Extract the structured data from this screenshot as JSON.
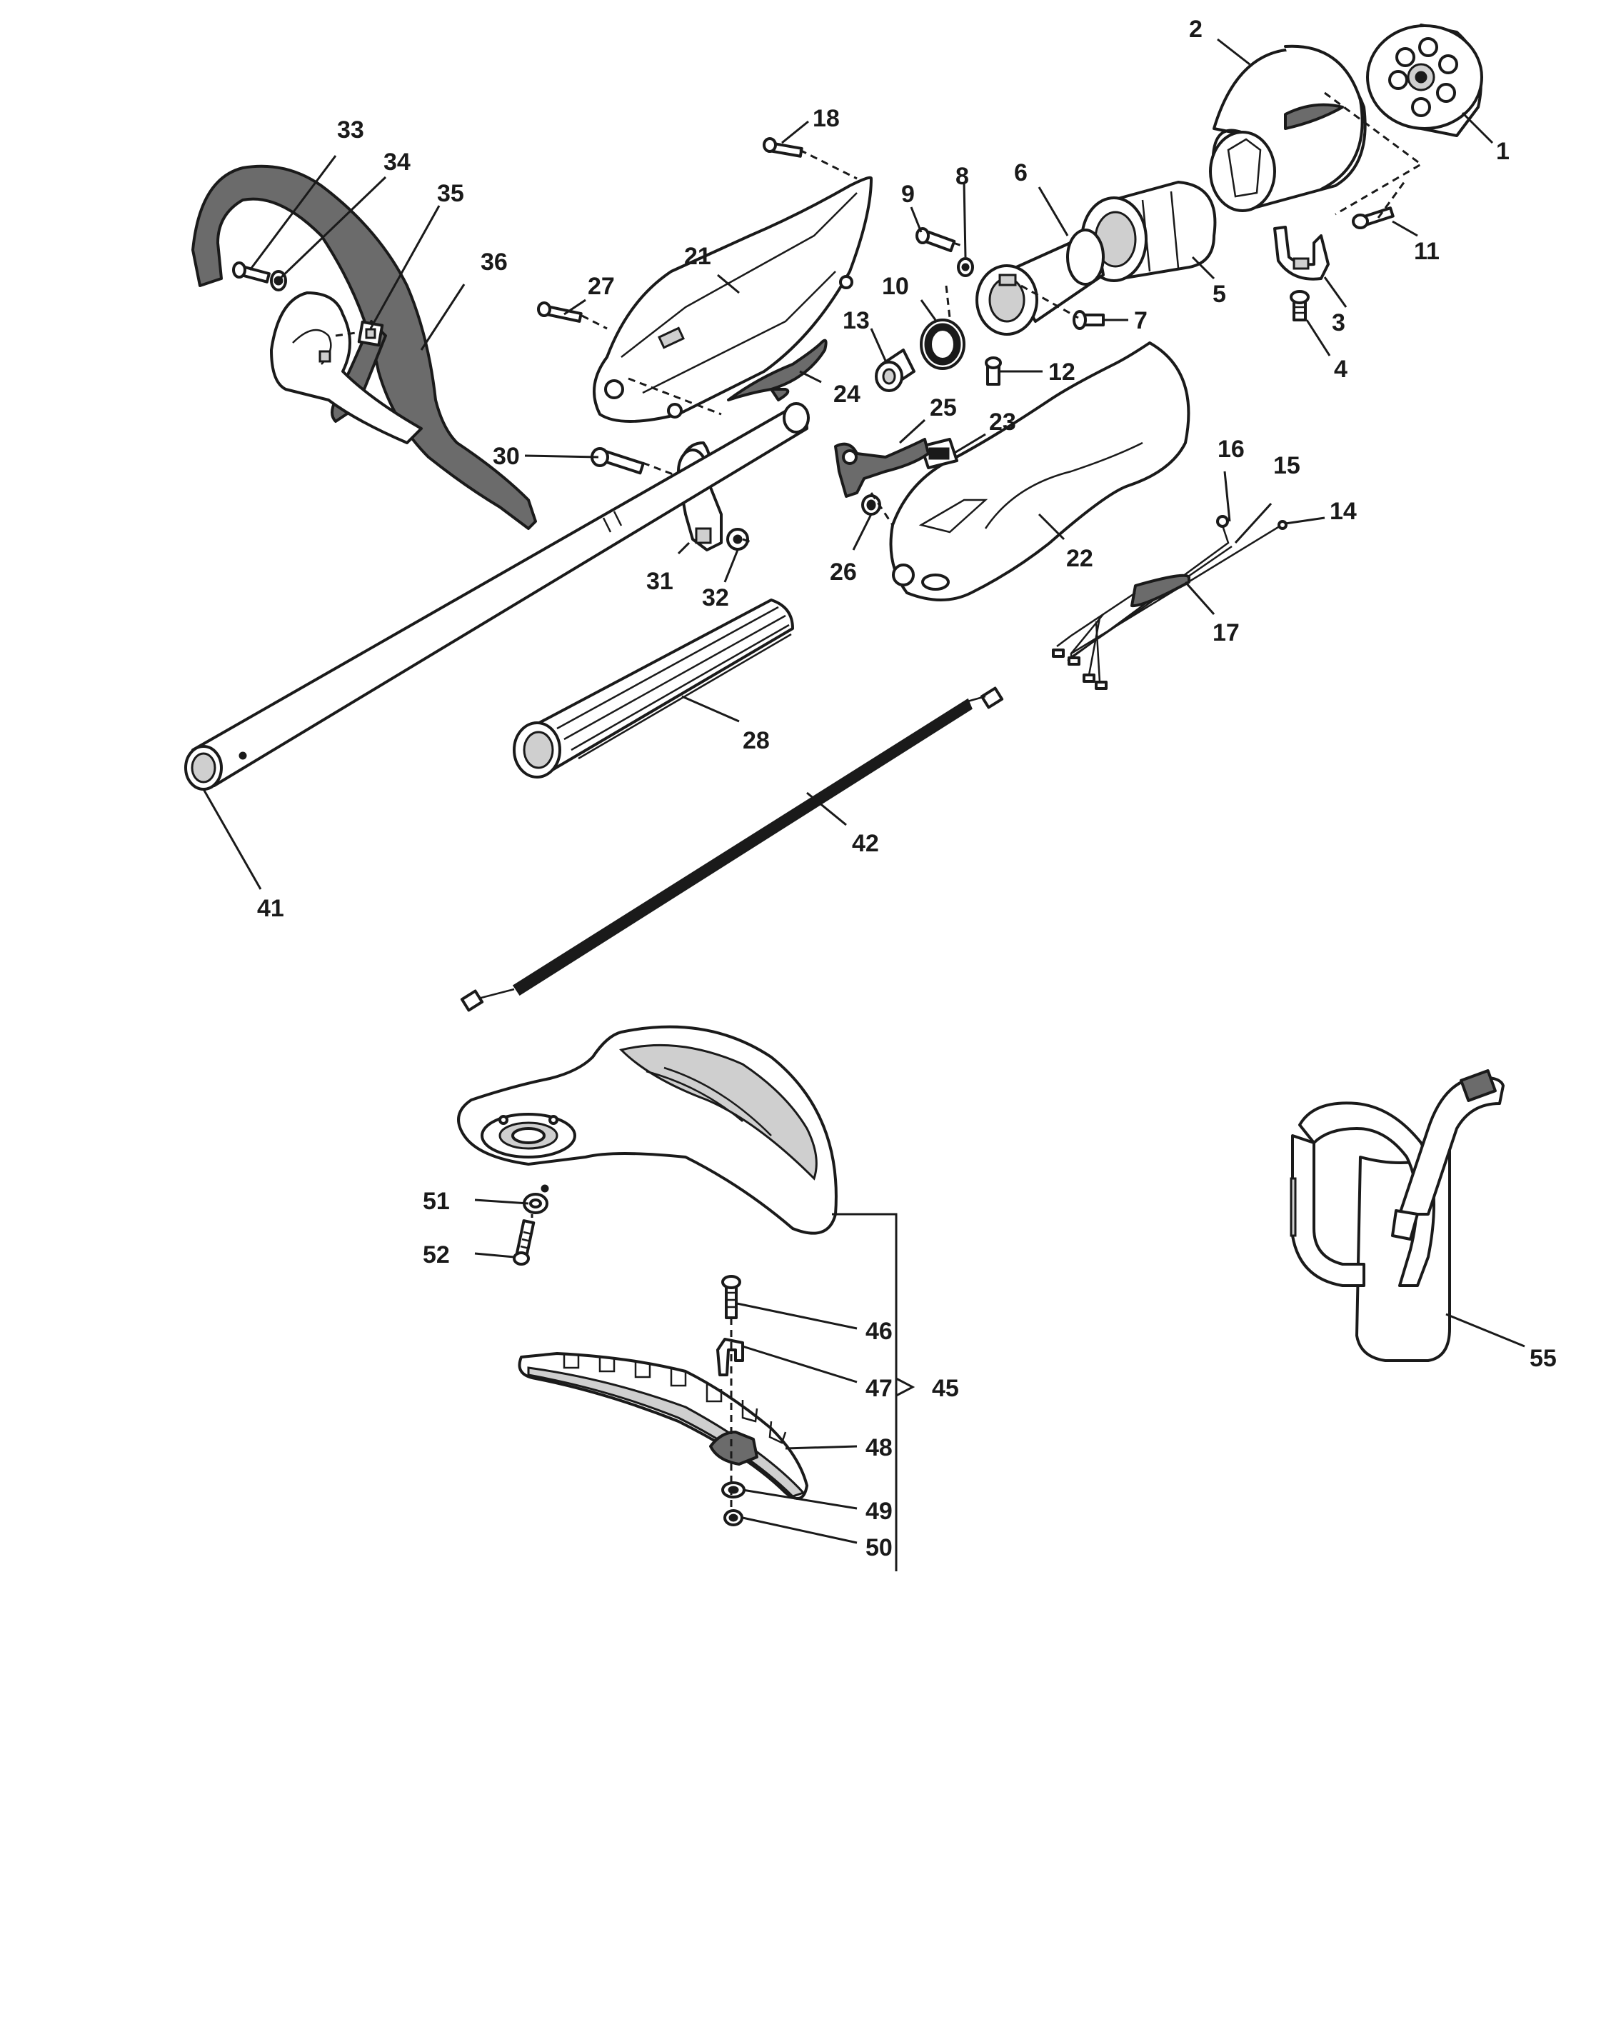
{
  "labels": {
    "1": "1",
    "2": "2",
    "3": "3",
    "4": "4",
    "5": "5",
    "6": "6",
    "7": "7",
    "8": "8",
    "9": "9",
    "10": "10",
    "11": "11",
    "12": "12",
    "13": "13",
    "14": "14",
    "15": "15",
    "16": "16",
    "17": "17",
    "18": "18",
    "21": "21",
    "22": "22",
    "23": "23",
    "24": "24",
    "25": "25",
    "26": "26",
    "27": "27",
    "28": "28",
    "30": "30",
    "31": "31",
    "32": "32",
    "33": "33",
    "34": "34",
    "35": "35",
    "36": "36",
    "41": "41",
    "42": "42",
    "45": "45",
    "46": "46",
    "47": "47",
    "48": "48",
    "49": "49",
    "50": "50",
    "51": "51",
    "52": "52",
    "55": "55"
  }
}
